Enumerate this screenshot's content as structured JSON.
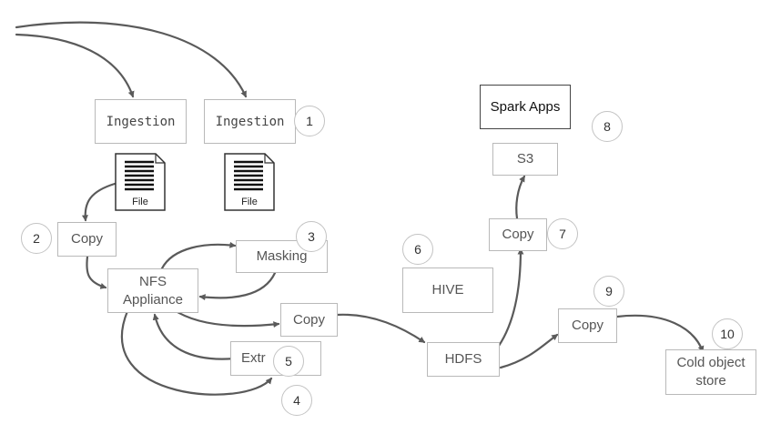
{
  "nodes": {
    "ingestion_1": "Ingestion",
    "ingestion_2": "Ingestion",
    "file_1": "File",
    "file_2": "File",
    "copy_nfs": "Copy",
    "nfs_appliance": "NFS\nAppliance",
    "masking": "Masking",
    "copy_hdfs": "Copy",
    "extract": "Extr",
    "hive": "HIVE",
    "hdfs": "HDFS",
    "copy_s3": "Copy",
    "s3": "S3",
    "spark_apps": "Spark Apps",
    "copy_cold": "Copy",
    "cold_store": "Cold object\nstore"
  },
  "badges": {
    "b1": "1",
    "b2": "2",
    "b3": "3",
    "b4": "4",
    "b5": "5",
    "b6": "6",
    "b7": "7",
    "b8": "8",
    "b9": "9",
    "b10": "10"
  },
  "colors": {
    "arrow": "#5a5a5a",
    "box_border": "#b9b9b9",
    "dark_border": "#444444"
  }
}
